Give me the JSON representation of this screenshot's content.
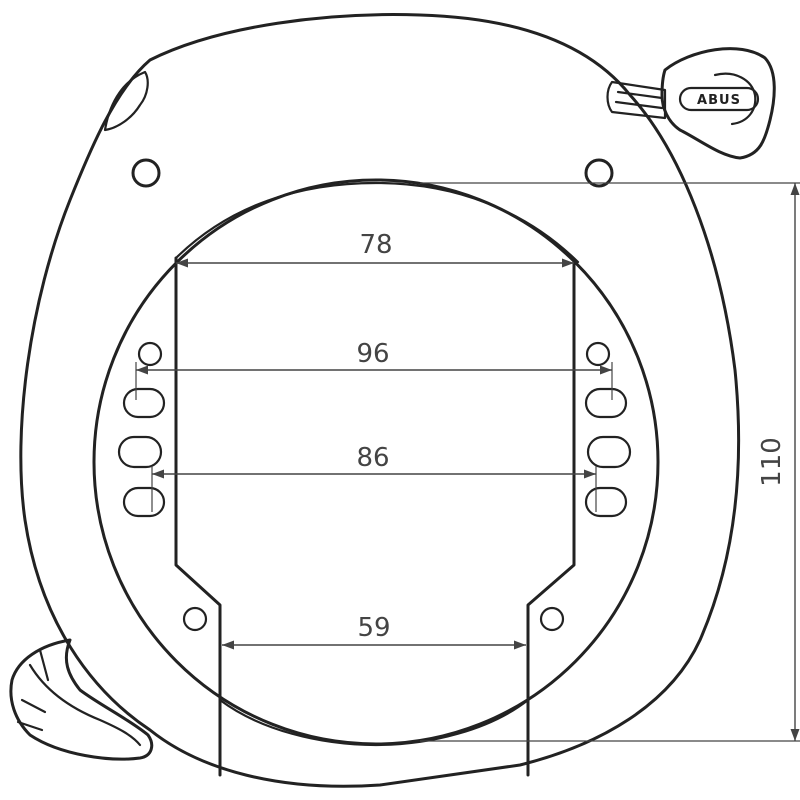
{
  "brand": {
    "key_label": "ABUS"
  },
  "dimensions": {
    "d78": {
      "value": "78",
      "description": ""
    },
    "d96": {
      "value": "96",
      "description": ""
    },
    "d86": {
      "value": "86",
      "description": ""
    },
    "d59": {
      "value": "59",
      "description": ""
    },
    "d110": {
      "value": "110",
      "description": ""
    }
  },
  "colors": {
    "line": "#222222",
    "dimension": "#444444",
    "background": "#ffffff"
  }
}
